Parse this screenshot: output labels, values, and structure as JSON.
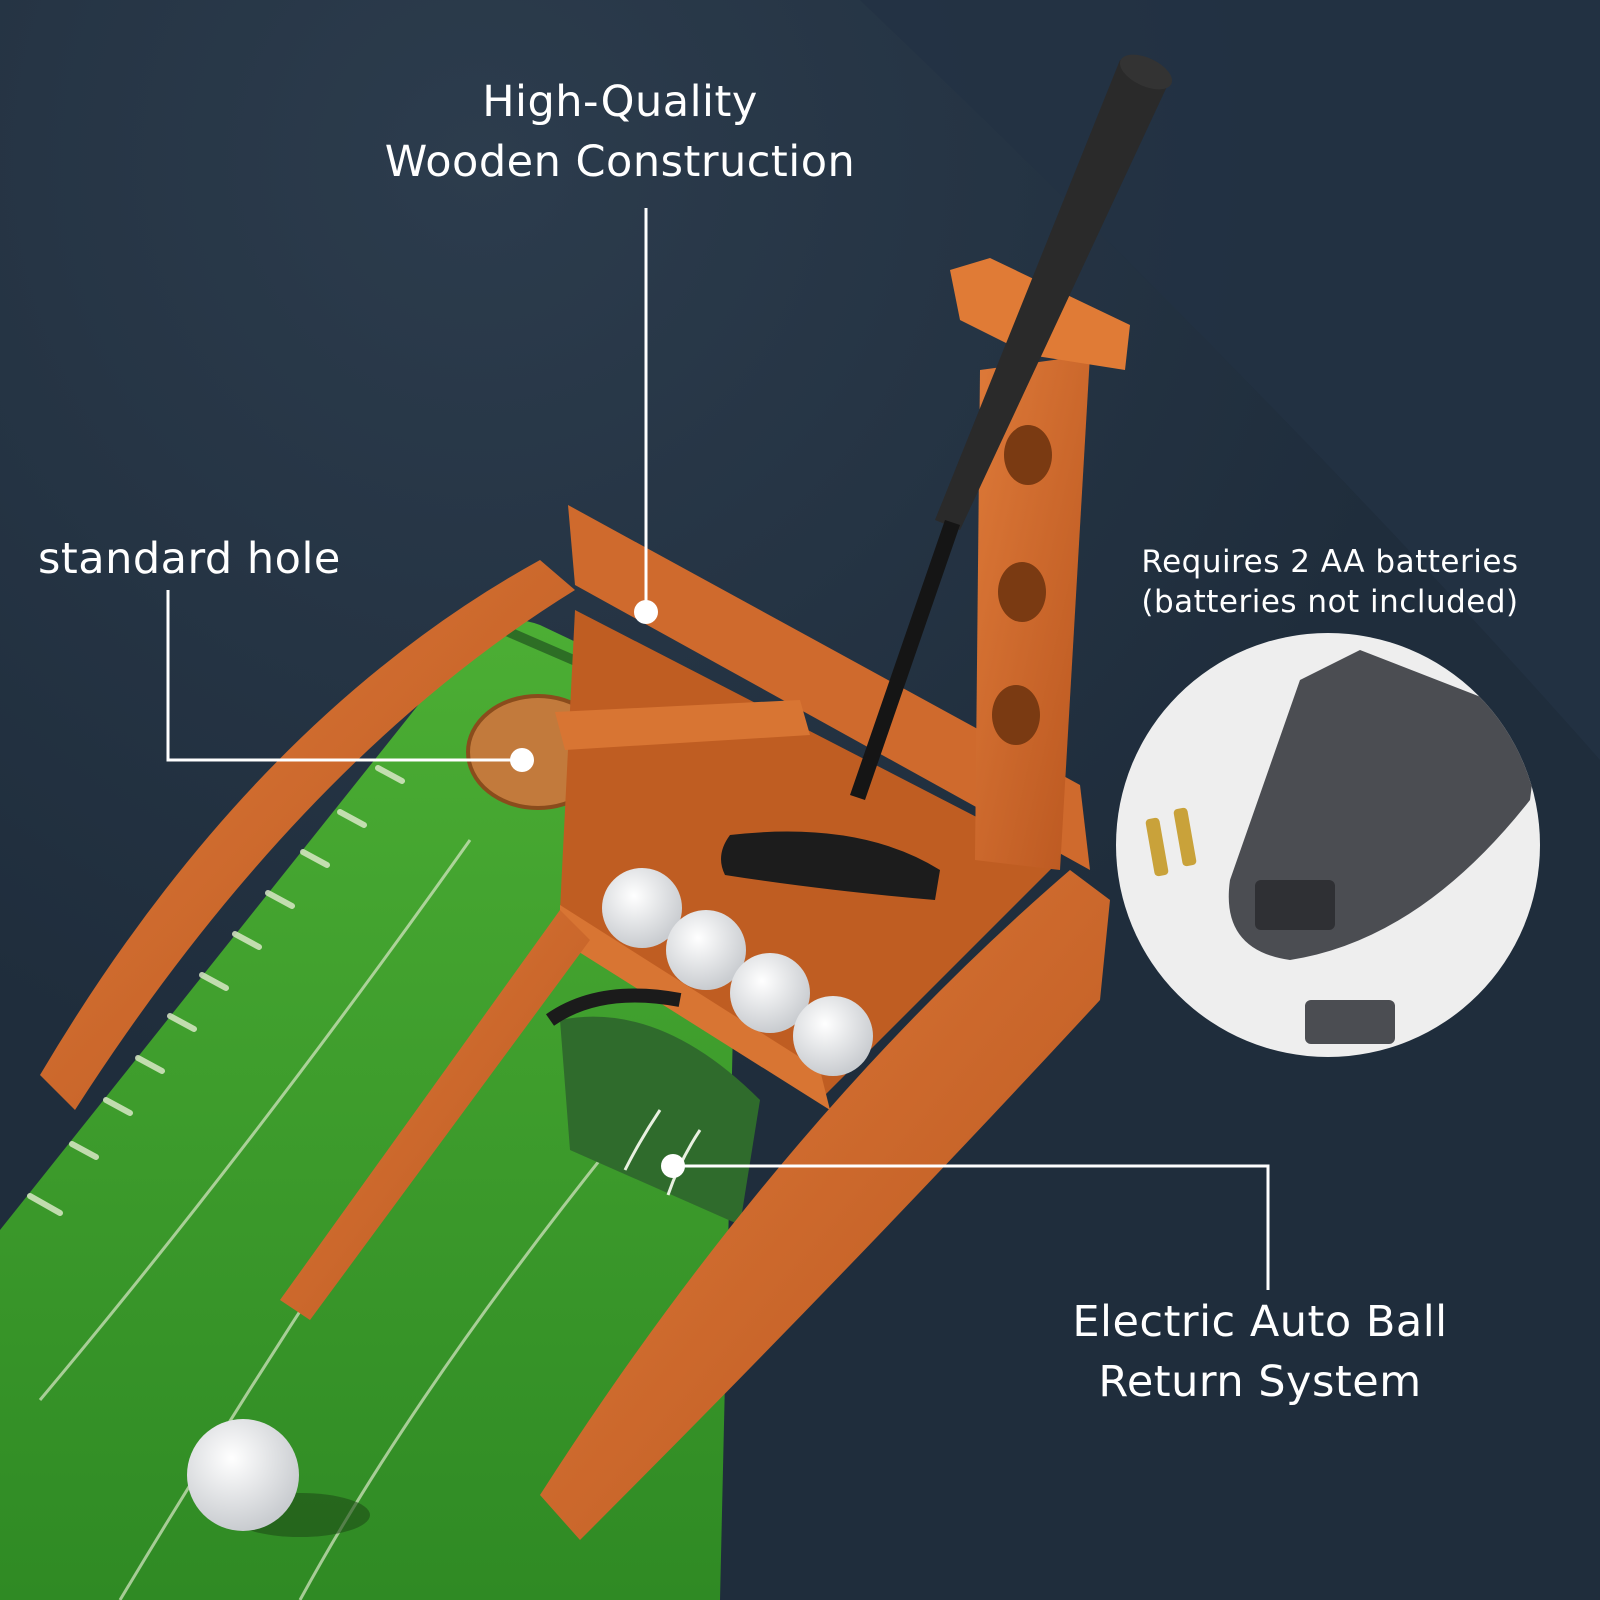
{
  "callouts": {
    "wooden_construction": {
      "line1": "High-Quality",
      "line2": "Wooden Construction"
    },
    "standard_hole": {
      "text": "standard hole"
    },
    "batteries": {
      "line1": "Requires 2 AA batteries",
      "line2": "(batteries not included)"
    },
    "auto_return": {
      "line1": "Electric Auto Ball",
      "line2": "Return System"
    }
  },
  "icons": {
    "marker": "dot-marker-icon"
  },
  "colors": {
    "background": "#1f2d3c",
    "wood": "#c8652b",
    "turf": "#3f9a2c",
    "callout_text": "#ffffff"
  }
}
